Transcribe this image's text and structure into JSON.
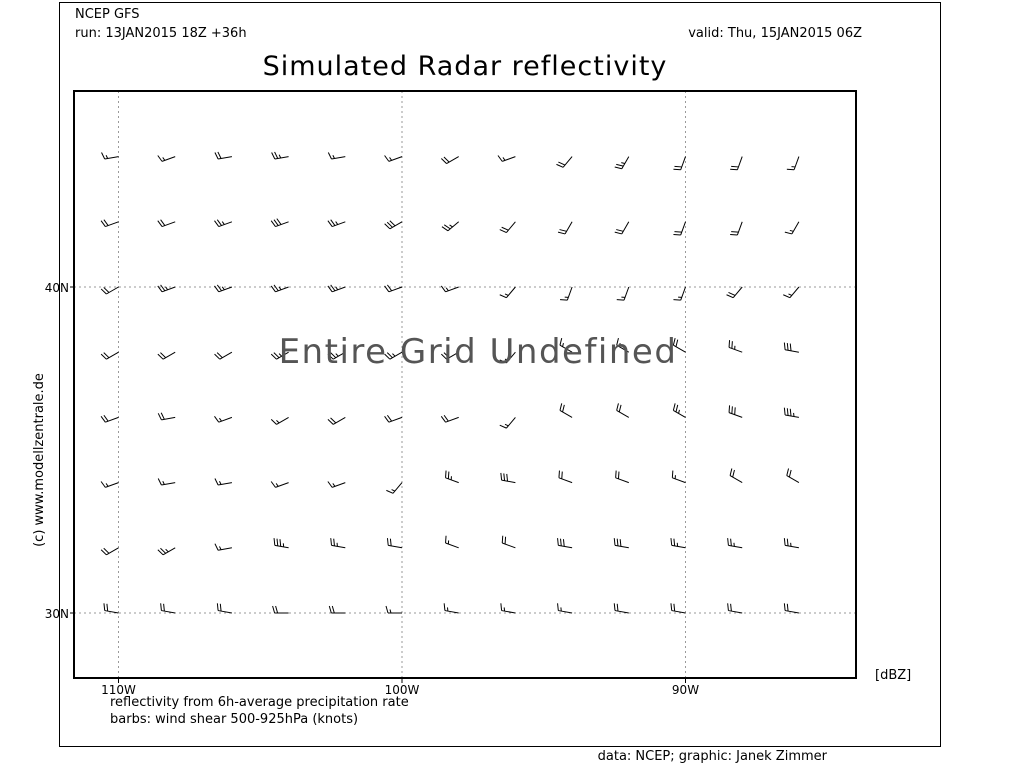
{
  "header": {
    "model": "NCEP GFS",
    "run": "run: 13JAN2015 18Z +36h",
    "valid": "valid: Thu, 15JAN2015 06Z",
    "title": "Simulated Radar reflectivity"
  },
  "overlay_message": "Entire Grid Undefined",
  "units_label": "[dBZ]",
  "copyright": "(c) www.modellzentrale.de",
  "footer": {
    "line1": "reflectivity from 6h-average precipitation rate",
    "line2": "barbs: wind shear 500-925hPa (knots)",
    "credit": "data: NCEP; graphic: Janek Zimmer"
  },
  "axes": {
    "lat_ticks": [
      {
        "value": 40,
        "label": "40N"
      },
      {
        "value": 30,
        "label": "30N"
      }
    ],
    "lon_ticks": [
      {
        "value": -110,
        "label": "110W"
      },
      {
        "value": -100,
        "label": "100W"
      },
      {
        "value": -90,
        "label": "90W"
      }
    ],
    "lon_range": [
      -111.5,
      -84
    ],
    "lat_range": [
      28,
      46
    ]
  },
  "wind_barbs": {
    "description": "wind shear barbs 500-925hPa",
    "lons": [
      -110,
      -108,
      -106,
      -104,
      -102,
      -100,
      -98,
      -96,
      -94,
      -92,
      -90,
      -88,
      -86
    ],
    "lats": [
      44,
      42,
      40,
      38,
      36,
      34,
      32,
      30
    ],
    "speed_knots": [
      [
        15,
        15,
        20,
        25,
        15,
        15,
        20,
        15,
        20,
        25,
        20,
        20,
        15
      ],
      [
        20,
        20,
        25,
        30,
        25,
        30,
        25,
        20,
        20,
        20,
        20,
        20,
        15
      ],
      [
        20,
        25,
        25,
        25,
        25,
        20,
        15,
        15,
        15,
        15,
        15,
        20,
        15
      ],
      [
        20,
        20,
        20,
        25,
        25,
        25,
        20,
        15,
        15,
        15,
        20,
        25,
        30
      ],
      [
        20,
        20,
        15,
        15,
        20,
        20,
        20,
        15,
        20,
        20,
        25,
        30,
        35
      ],
      [
        15,
        15,
        15,
        15,
        15,
        15,
        25,
        30,
        20,
        20,
        15,
        20,
        20
      ],
      [
        20,
        25,
        15,
        35,
        25,
        20,
        15,
        20,
        30,
        30,
        25,
        25,
        25
      ],
      [
        20,
        20,
        20,
        20,
        20,
        15,
        15,
        15,
        15,
        20,
        20,
        20,
        20
      ]
    ],
    "direction_from_deg": [
      [
        260,
        250,
        260,
        260,
        260,
        250,
        240,
        250,
        220,
        210,
        200,
        200,
        200
      ],
      [
        250,
        250,
        250,
        250,
        250,
        240,
        230,
        220,
        210,
        210,
        200,
        200,
        210
      ],
      [
        240,
        250,
        250,
        250,
        250,
        250,
        250,
        220,
        200,
        200,
        200,
        220,
        220
      ],
      [
        240,
        240,
        240,
        240,
        240,
        240,
        240,
        220,
        300,
        300,
        300,
        290,
        280
      ],
      [
        250,
        260,
        250,
        240,
        240,
        250,
        250,
        220,
        300,
        300,
        300,
        290,
        280
      ],
      [
        250,
        260,
        260,
        250,
        250,
        220,
        290,
        280,
        290,
        290,
        290,
        300,
        300
      ],
      [
        240,
        240,
        260,
        280,
        280,
        280,
        290,
        290,
        280,
        280,
        280,
        280,
        280
      ],
      [
        280,
        280,
        280,
        270,
        270,
        270,
        280,
        280,
        280,
        280,
        280,
        280,
        280
      ]
    ]
  },
  "colors": {
    "background": "#ffffff",
    "frame": "#000000",
    "gridlines": "#9a9a9a",
    "overlay_text": "#555555"
  }
}
